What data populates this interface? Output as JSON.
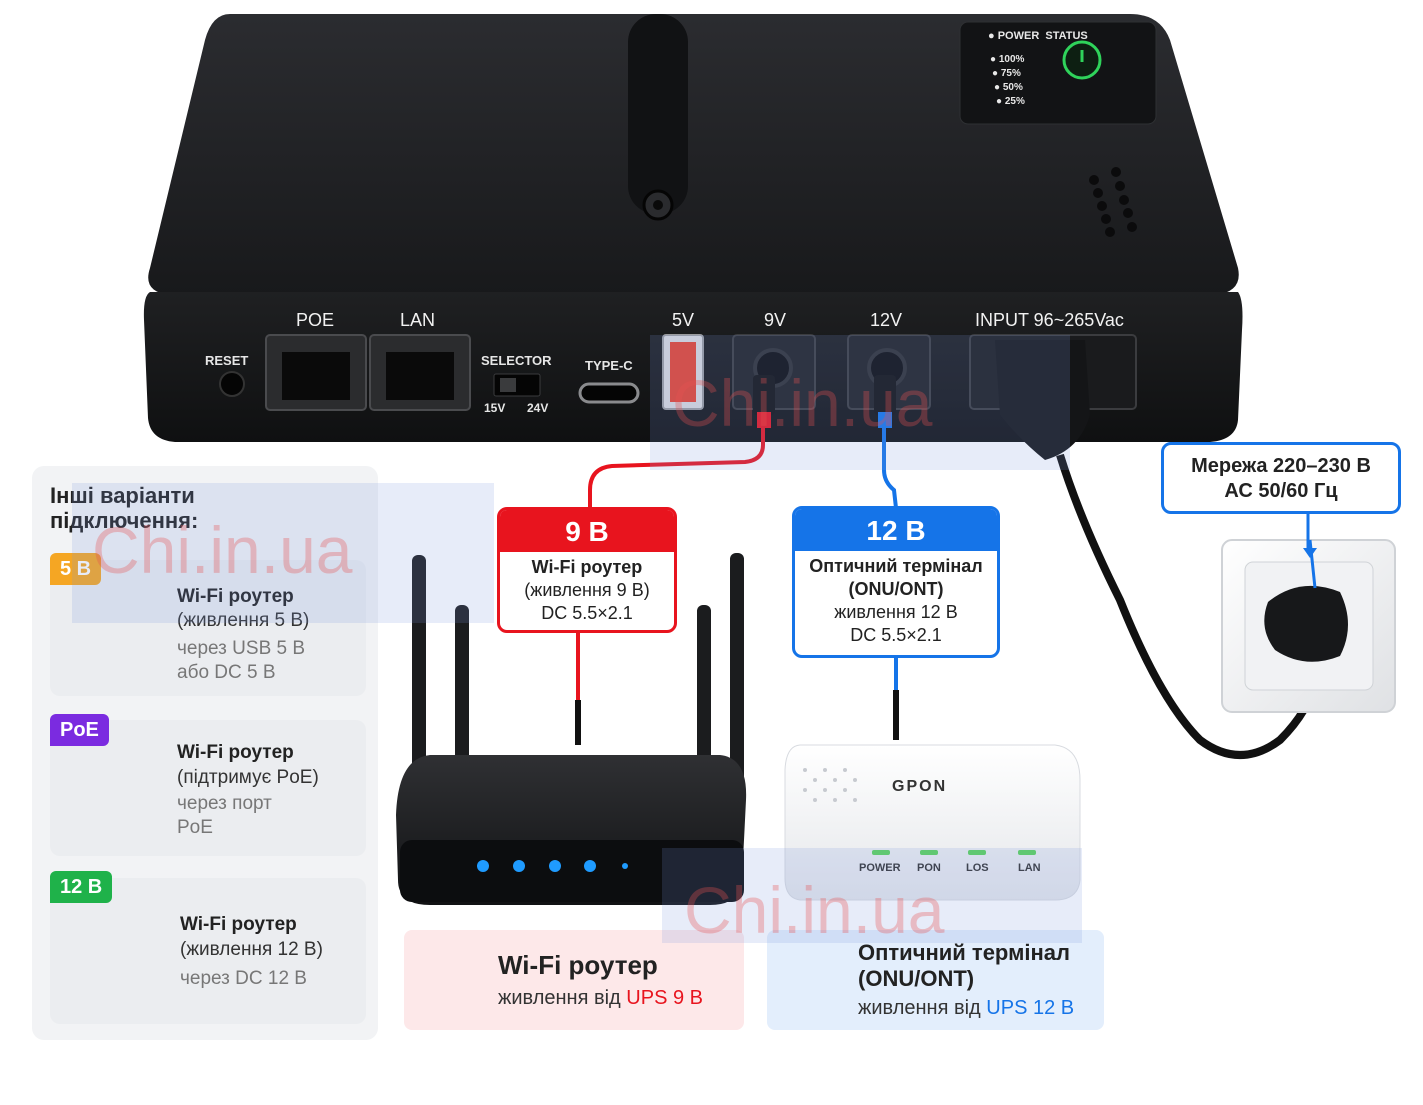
{
  "device": {
    "led_panel": {
      "power": "POWER",
      "status": "STATUS",
      "levels": [
        "100%",
        "75%",
        "50%",
        "25%"
      ]
    },
    "ports": {
      "reset": "RESET",
      "poe": "POE",
      "lan": "LAN",
      "selector": "SELECTOR",
      "selector_15": "15V",
      "selector_24": "24V",
      "typec": "TYPE-C",
      "v5": "5V",
      "v9": "9V",
      "v12": "12V",
      "input": "INPUT 96~265Vac"
    }
  },
  "callouts": {
    "nine": {
      "head": "9 В",
      "l1": "Wi-Fi роутер",
      "l2": "(живлення 9 В)",
      "l3": "DC 5.5×2.1",
      "color": "#e8141e"
    },
    "twelve": {
      "head": "12 В",
      "l1": "Оптичний термінал",
      "l2": "(ONU/ONT)",
      "l3": "живлення 12 В",
      "l4": "DC 5.5×2.1",
      "color": "#1574e8"
    },
    "mains": {
      "l1": "Мережа 220–230 В",
      "l2": "АС 50/60 Гц",
      "color": "#1574e8"
    }
  },
  "side": {
    "title_l1": "Інші варіанти",
    "title_l2": "підключення:",
    "options": [
      {
        "badge": "5 В",
        "badge_color": "#f5a623",
        "t1": "Wi-Fi роутер",
        "t2": "(живлення 5 В)",
        "g1": "через USB 5 В",
        "g2": "або DC 5 В"
      },
      {
        "badge": "PoE",
        "badge_color": "#7b2be0",
        "t1": "Wi-Fi роутер",
        "t2": "(підтримує PoE)",
        "g1": "через порт",
        "g2": "PoE"
      },
      {
        "badge": "12 В",
        "badge_color": "#1fb24a",
        "t1": "Wi-Fi роутер",
        "t2": "(живлення 12 В)",
        "g1": "через DC 12 В"
      }
    ]
  },
  "gpon": {
    "label": "GPON",
    "leds": [
      "POWER",
      "PON",
      "LOS",
      "LAN"
    ]
  },
  "bottom": {
    "wifi": {
      "title": "Wi-Fi роутер",
      "sub_a": "живлення від ",
      "sub_b": "UPS 9 В",
      "accent": "#e8141e"
    },
    "onu": {
      "t1": "Оптичний термінал",
      "t2": "(ONU/ONT)",
      "sub_a": "живлення від ",
      "sub_b": "UPS 12 В",
      "accent": "#1574e8"
    }
  },
  "watermark": "Chi.in.ua"
}
